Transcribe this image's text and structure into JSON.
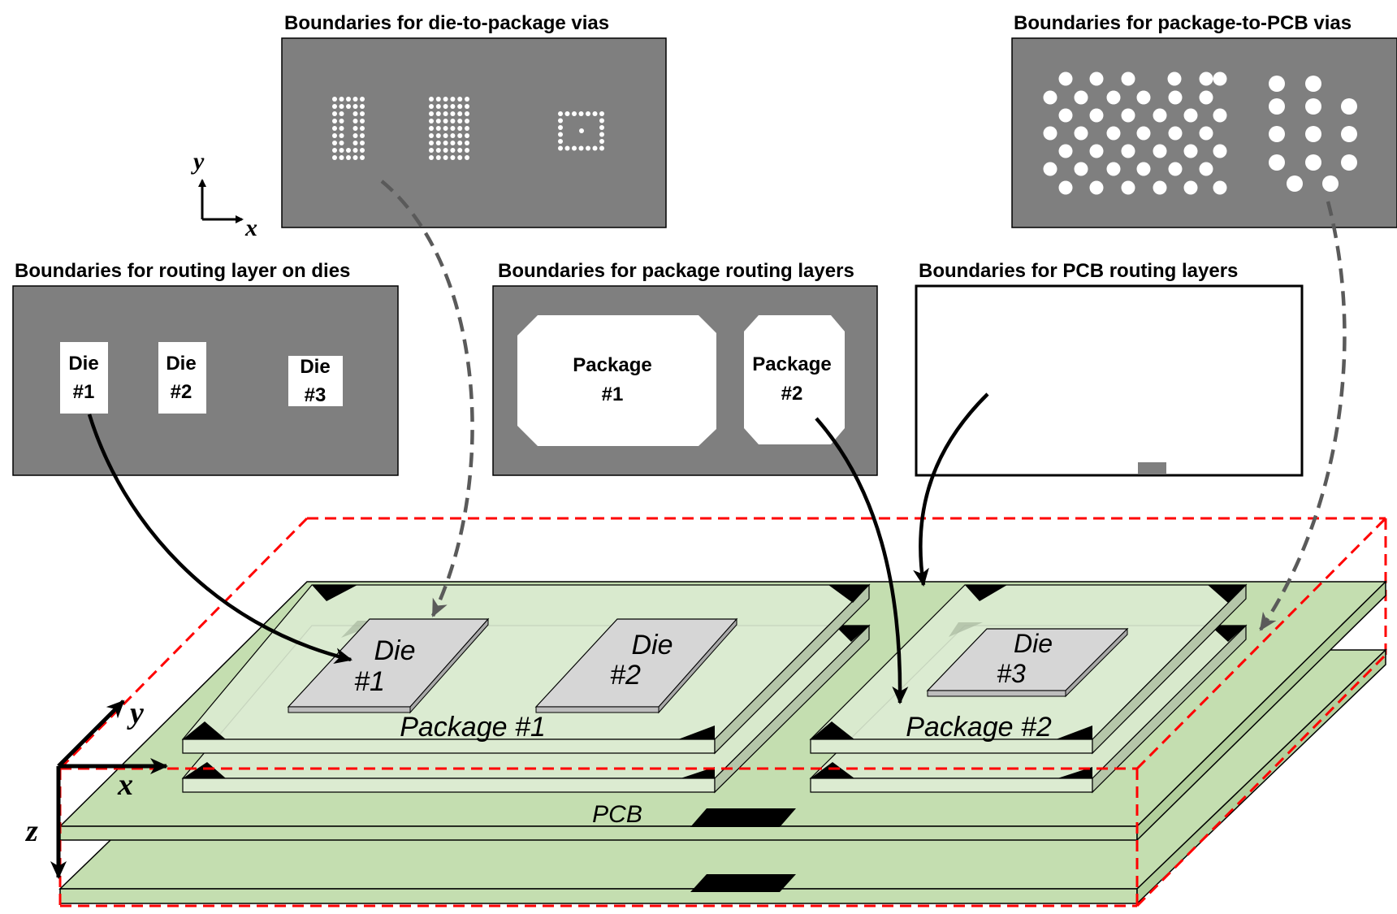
{
  "panels": {
    "die_to_package_vias": "Boundaries for die-to-package vias",
    "package_to_pcb_vias": "Boundaries for package-to-PCB vias",
    "routing_layer_on_dies": "Boundaries for routing layer on dies",
    "package_routing_layers": "Boundaries for package routing layers",
    "pcb_routing_layers": "Boundaries for PCB routing layers"
  },
  "die_boxes": [
    {
      "line1": "Die",
      "line2": "#1"
    },
    {
      "line1": "Die",
      "line2": "#2"
    },
    {
      "line1": "Die",
      "line2": "#3"
    }
  ],
  "package_boxes": [
    {
      "line1": "Package",
      "line2": "#1"
    },
    {
      "line1": "Package",
      "line2": "#2"
    }
  ],
  "stack_3d": {
    "die1": {
      "line1": "Die",
      "line2": "#1"
    },
    "die2": {
      "line1": "Die",
      "line2": "#2"
    },
    "die3": {
      "line1": "Die",
      "line2": "#3"
    },
    "package1": "Package #1",
    "package2": "Package #2",
    "pcb": "PCB"
  },
  "axes_small": {
    "x": "x",
    "y": "y"
  },
  "axes_3d": {
    "x": "x",
    "y": "y",
    "z": "z"
  },
  "colors": {
    "panel_gray": "#7f7f7f",
    "layer_green": "#c4deb0",
    "layer_green_light": "#dcebd1",
    "die_gray": "#d6d6d6",
    "bounding_red": "#ff0000",
    "arrow_dashed_gray": "#5a5a5a"
  }
}
